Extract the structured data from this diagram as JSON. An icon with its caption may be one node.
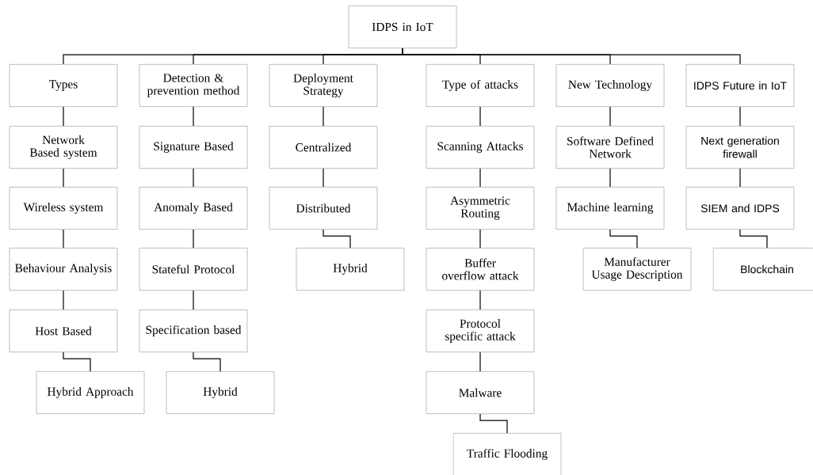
{
  "diagram": {
    "nodes": [
      {
        "text": [
          "IDPS in IoT"
        ]
      },
      {
        "text": [
          "Types"
        ]
      },
      {
        "text": [
          "Network Based system"
        ]
      },
      {
        "text": [
          "Wireless system"
        ]
      },
      {
        "text": [
          "Behaviour Analysis"
        ]
      },
      {
        "text": [
          "Host Based"
        ]
      },
      {
        "text": [
          "Hybrid Approach"
        ]
      },
      {
        "text": [
          "Detection & prevention method"
        ]
      },
      {
        "text": [
          "Signature Based"
        ]
      },
      {
        "text": [
          "Anomaly Based"
        ]
      },
      {
        "text": [
          "Stateful Protocol"
        ]
      },
      {
        "text": [
          "Specification based"
        ]
      },
      {
        "text": [
          "Hybrid"
        ]
      },
      {
        "text": [
          "Deployment Strategy"
        ]
      },
      {
        "text": [
          "Centralized"
        ]
      },
      {
        "text": [
          "Distributed"
        ]
      },
      {
        "text": [
          "Hybrid"
        ]
      },
      {
        "text": [
          "Type of attacks"
        ]
      },
      {
        "text": [
          "Scanning Attacks"
        ]
      },
      {
        "text": [
          "Asymmetric Routing"
        ]
      },
      {
        "text": [
          "Buffer overflow attack"
        ]
      },
      {
        "text": [
          "Protocol specific attack"
        ]
      },
      {
        "text": [
          "Malware"
        ]
      },
      {
        "text": [
          "Traffic Flooding"
        ]
      },
      {
        "text": [
          "New Technology"
        ]
      },
      {
        "text": [
          "Software Defined Network"
        ]
      },
      {
        "text": [
          "Machine learning"
        ]
      },
      {
        "text": [
          "Manufacturer Usage Description"
        ]
      },
      {
        "text": [
          "IDPS Future in IoT"
        ]
      },
      {
        "text": [
          "Next generation firewall"
        ]
      },
      {
        "text": [
          "SIEM and IDPS"
        ]
      },
      {
        "text": [
          "Blockchain"
        ]
      }
    ],
    "edges": [
      {
        "from": 0,
        "to": 1,
        "arrow": "none"
      },
      {
        "from": 0,
        "to": 7,
        "arrow": "none"
      },
      {
        "from": 0,
        "to": 13,
        "arrow": "none"
      },
      {
        "from": 0,
        "to": 17,
        "arrow": "none"
      },
      {
        "from": 0,
        "to": 24,
        "arrow": "none"
      },
      {
        "from": 0,
        "to": 28,
        "arrow": "none"
      },
      {
        "from": 1,
        "to": 2,
        "arrow": "none"
      },
      {
        "from": 2,
        "to": 3,
        "arrow": "none"
      },
      {
        "from": 3,
        "to": 4,
        "arrow": "none"
      },
      {
        "from": 4,
        "to": 5,
        "arrow": "none"
      },
      {
        "from": 5,
        "to": 6,
        "arrow": "none"
      },
      {
        "from": 7,
        "to": 8,
        "arrow": "none"
      },
      {
        "from": 8,
        "to": 9,
        "arrow": "none"
      },
      {
        "from": 9,
        "to": 10,
        "arrow": "none"
      },
      {
        "from": 10,
        "to": 11,
        "arrow": "none"
      },
      {
        "from": 11,
        "to": 12,
        "arrow": "none"
      },
      {
        "from": 13,
        "to": 14,
        "arrow": "none"
      },
      {
        "from": 14,
        "to": 15,
        "arrow": "none"
      },
      {
        "from": 15,
        "to": 16,
        "arrow": "none"
      },
      {
        "from": 17,
        "to": 18,
        "arrow": "none"
      },
      {
        "from": 18,
        "to": 19,
        "arrow": "none"
      },
      {
        "from": 19,
        "to": 20,
        "arrow": "none"
      },
      {
        "from": 20,
        "to": 21,
        "arrow": "none"
      },
      {
        "from": 21,
        "to": 22,
        "arrow": "none"
      },
      {
        "from": 22,
        "to": 23,
        "arrow": "none"
      },
      {
        "from": 24,
        "to": 25,
        "arrow": "none"
      },
      {
        "from": 25,
        "to": 26,
        "arrow": "none"
      },
      {
        "from": 26,
        "to": 27,
        "arrow": "none"
      },
      {
        "from": 28,
        "to": 29,
        "arrow": "none"
      },
      {
        "from": 29,
        "to": 30,
        "arrow": "none"
      },
      {
        "from": 30,
        "to": 31,
        "arrow": "none"
      }
    ]
  }
}
